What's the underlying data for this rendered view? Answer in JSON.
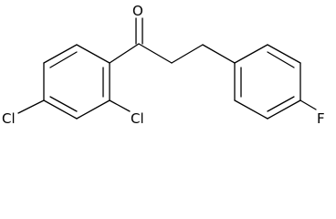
{
  "molecule": {
    "atom_labels": {
      "oxygen": "O",
      "chlorine_left": "Cl",
      "chlorine_right": "Cl",
      "fluorine": "F"
    }
  }
}
